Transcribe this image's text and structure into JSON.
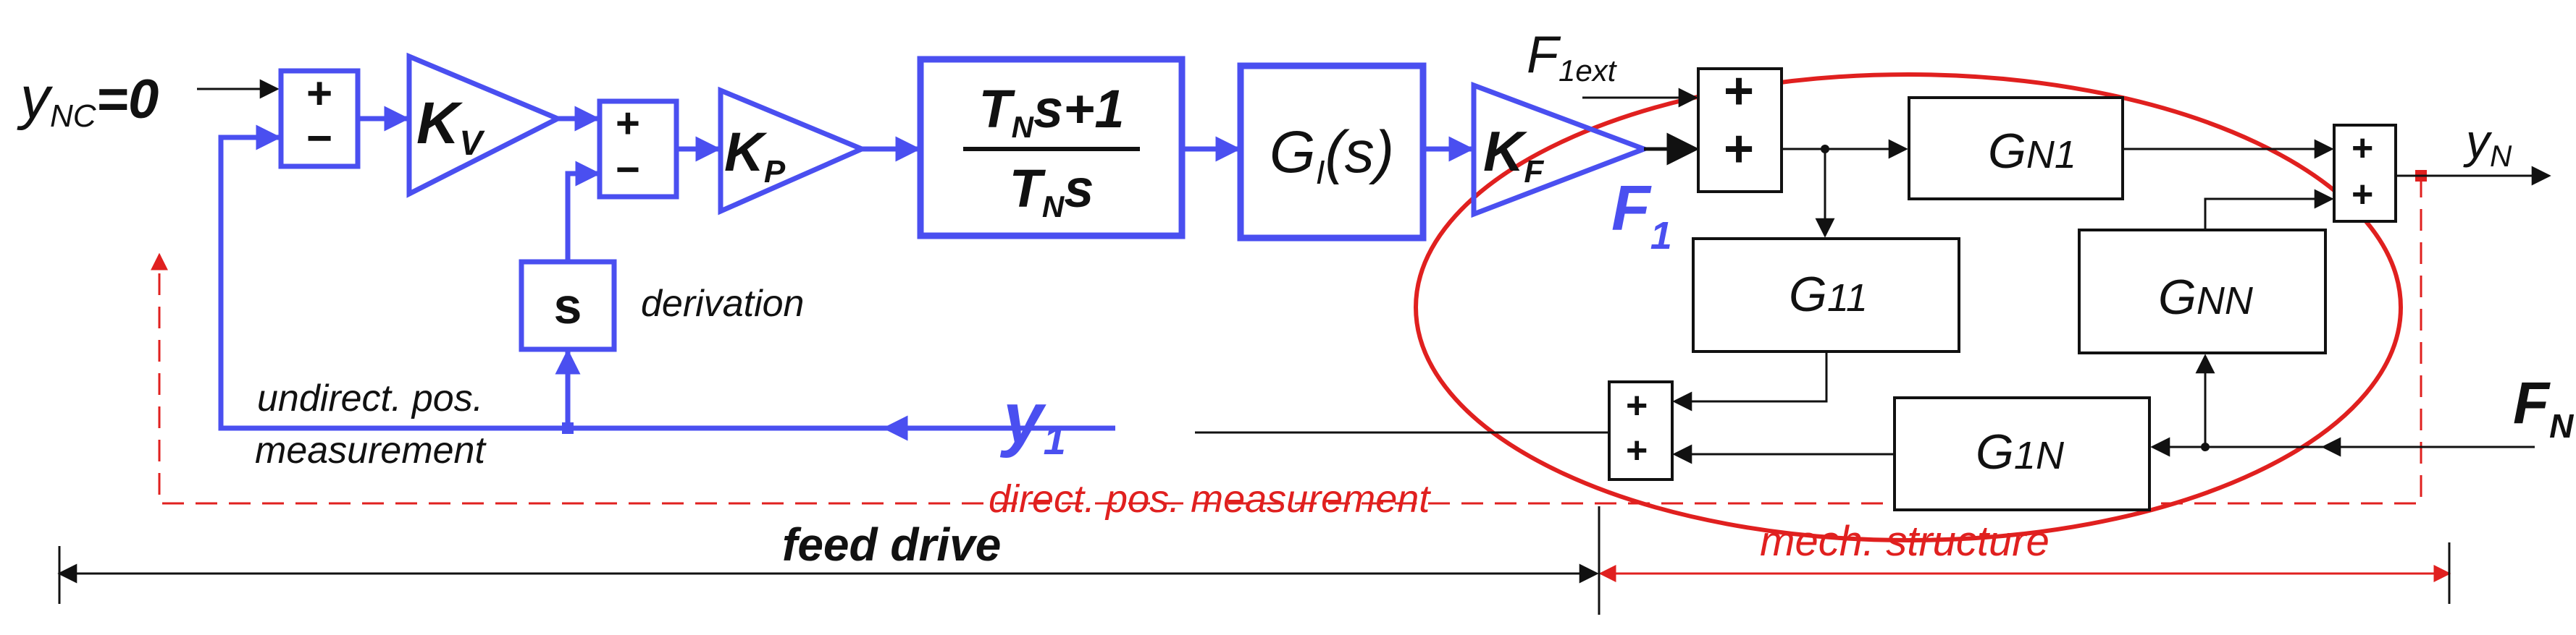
{
  "colors": {
    "feed_drive": "#4a4ff0",
    "mechanics": "#111111",
    "direct_measurement": "#e0201f"
  },
  "inputs": {
    "setpoint_symbol": "y",
    "setpoint_sub": "NC",
    "setpoint_value": "=0",
    "external_force_symbol": "F",
    "external_force_sub": "1ext",
    "force_n_symbol": "F",
    "force_n_sub": "N"
  },
  "summers": {
    "sum1": {
      "top": "+",
      "bottom": "−"
    },
    "sum2": {
      "top": "+",
      "bottom": "−"
    },
    "sum3": {
      "top": "+",
      "bottom": "+"
    },
    "sum4": {
      "top": "+",
      "bottom": "+"
    },
    "sum5": {
      "top": "+",
      "bottom": "+"
    }
  },
  "feed_drive": {
    "kv": {
      "symbol": "K",
      "sub": "V"
    },
    "kp": {
      "symbol": "K",
      "sub": "P"
    },
    "kf": {
      "symbol": "K",
      "sub": "F"
    },
    "pi_block": {
      "num_a": "T",
      "num_sub": "N",
      "num_b": "s+1",
      "den_a": "T",
      "den_sub": "N",
      "den_b": "s"
    },
    "current_block": {
      "a": "G",
      "sub": "I",
      "b": "(s)"
    },
    "derivation_block": "s",
    "derivation_label": "derivation",
    "force_symbol": "F",
    "force_sub": "1",
    "position_symbol": "y",
    "position_sub": "1"
  },
  "mech_structure": {
    "gn1": {
      "a": "G",
      "b": "N1"
    },
    "g11": {
      "a": "G",
      "b": "11"
    },
    "gnn": {
      "a": "G",
      "b": "NN"
    },
    "g1n": {
      "a": "G",
      "b": "1N"
    },
    "output_symbol": "y",
    "output_sub": "N"
  },
  "labels": {
    "undirect_line1": "undirect. pos.",
    "undirect_line2": "measurement",
    "direct": "direct. pos. measurement",
    "feed_drive": "feed drive",
    "mech_structure": "mech. structure"
  }
}
